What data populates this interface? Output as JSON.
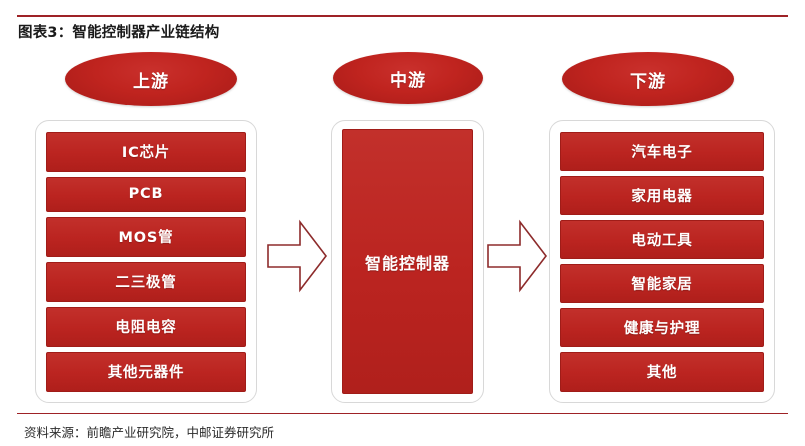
{
  "figure": {
    "title": "图表3：智能控制器产业链结构",
    "source": "资料来源：前瞻产业研究院，中邮证券研究所",
    "accent_color": "#9e2226",
    "box_color": "#bb2420",
    "text_on_box_color": "#ffffff",
    "container_border_color": "#d8d8d8"
  },
  "stages": {
    "upstream": {
      "label": "上游",
      "items": [
        {
          "label": "IC芯片"
        },
        {
          "label": "PCB"
        },
        {
          "label": "MOS管"
        },
        {
          "label": "二三极管"
        },
        {
          "label": "电阻电容"
        },
        {
          "label": "其他元器件"
        }
      ]
    },
    "midstream": {
      "label": "中游",
      "items": [
        {
          "label": "智能控制器"
        }
      ]
    },
    "downstream": {
      "label": "下游",
      "items": [
        {
          "label": "汽车电子"
        },
        {
          "label": "家用电器"
        },
        {
          "label": "电动工具"
        },
        {
          "label": "智能家居"
        },
        {
          "label": "健康与护理"
        },
        {
          "label": "其他"
        }
      ]
    }
  },
  "connectors": [
    {
      "name": "upstream-to-midstream",
      "direction": "right"
    },
    {
      "name": "midstream-to-downstream",
      "direction": "right"
    }
  ]
}
